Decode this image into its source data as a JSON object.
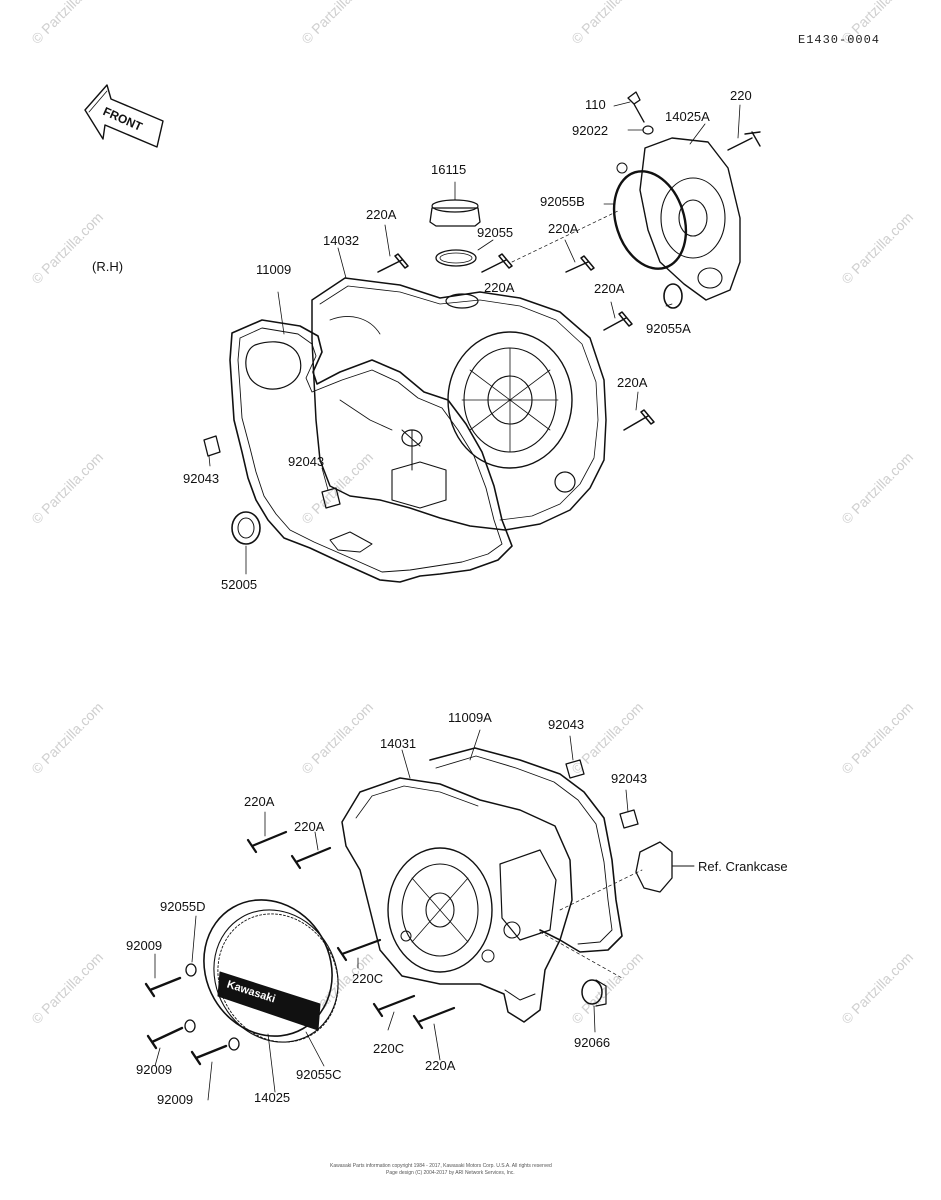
{
  "diagram_code": "E1430-0004",
  "side_label": "(R.H)",
  "front_label": "FRONT",
  "watermark": "© Partzilla.com",
  "footer": {
    "line1": "Kawasaki Parts information copyright 1984 - 2017, Kawasaki Motors Corp. U.S.A. All rights reserved",
    "line2": "Page design (C) 2004-2017 by ARI Network Services, Inc."
  },
  "parts_top": {
    "p110": "110",
    "p92022": "92022",
    "p14025A": "14025A",
    "p220": "220",
    "p16115": "16115",
    "p92055B": "92055B",
    "p220A_a": "220A",
    "p14032": "14032",
    "p92055": "92055",
    "p220A_b": "220A",
    "p220A_c": "220A",
    "p11009": "11009",
    "p220A_d": "220A",
    "p92055A": "92055A",
    "p220A_e": "220A",
    "p92043_a": "92043",
    "p92043_b": "92043",
    "p52005": "52005"
  },
  "parts_bottom": {
    "p11009A": "11009A",
    "p92043_c": "92043",
    "p14031": "14031",
    "p92043_d": "92043",
    "p220A_f": "220A",
    "p220A_g": "220A",
    "ref_crankcase": "Ref. Crankcase",
    "p92055D": "92055D",
    "p92009_a": "92009",
    "p220C_a": "220C",
    "p220C_b": "220C",
    "p220A_h": "220A",
    "p92066": "92066",
    "p92009_b": "92009",
    "p92009_c": "92009",
    "p14025": "14025",
    "p92055C": "92055C"
  },
  "cover_logo": "Kawasaki"
}
